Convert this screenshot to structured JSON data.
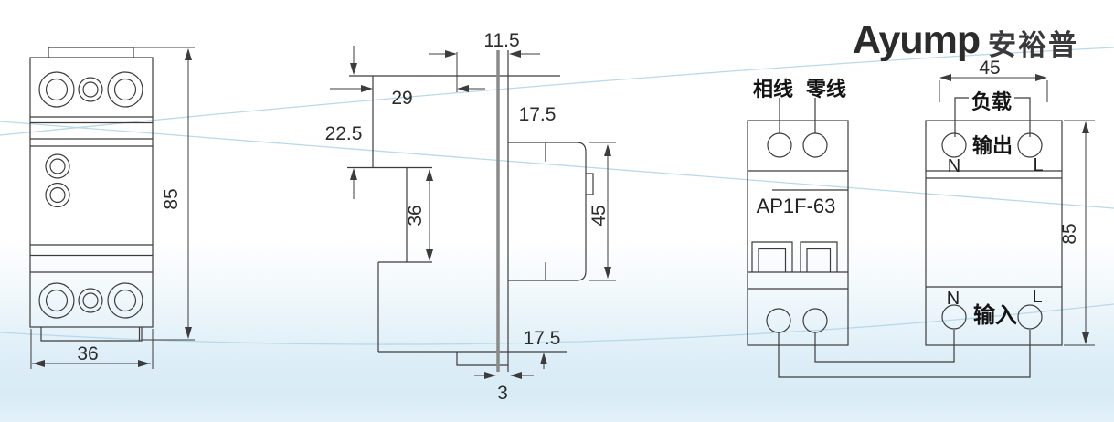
{
  "brand": {
    "latin": "Ayump",
    "cjk": "安裕普",
    "blue": "#3a5ec9"
  },
  "front_view": {
    "height": "85",
    "width": "36"
  },
  "side_view": {
    "top_width": "11.5",
    "upper_width": "29",
    "upper_height": "22.5",
    "upper_right": "17.5",
    "mid_height": "36",
    "body_height": "45",
    "lower_right": "17.5",
    "rail_thickness": "3"
  },
  "device_box": {
    "phase": "相线",
    "neutral": "零线",
    "model": "AP1F-63"
  },
  "load_box": {
    "width": "45",
    "height": "85",
    "load": "负载",
    "output": "输出",
    "input": "输入",
    "n_top": "N",
    "l_top": "L",
    "n_bottom": "N",
    "l_bottom": "L"
  }
}
